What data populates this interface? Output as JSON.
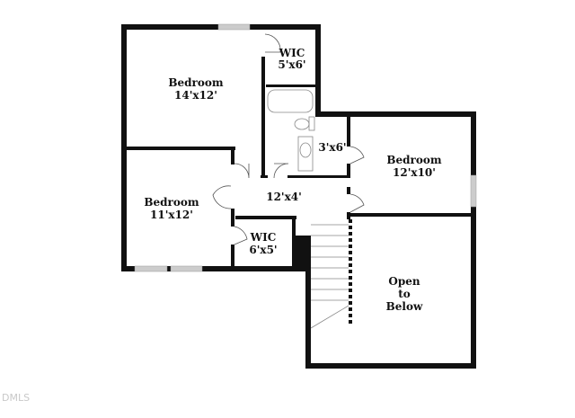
{
  "rooms": [
    {
      "name": "Bedroom",
      "size": "14'x12'"
    },
    {
      "name": "WIC",
      "size": "5'x6'"
    },
    {
      "name": "",
      "size": "3'x6'"
    },
    {
      "name": "Bedroom",
      "size": "12'x10'"
    },
    {
      "name": "",
      "size": "12'x4'"
    },
    {
      "name": "Bedroom",
      "size": "11'x12'"
    },
    {
      "name": "WIC",
      "size": "6'x5'"
    },
    {
      "name": "Open",
      "line2": "to",
      "line3": "Below"
    }
  ],
  "watermark": "DMLS",
  "colors": {
    "wall": "#111111",
    "window": "#cccccc"
  }
}
